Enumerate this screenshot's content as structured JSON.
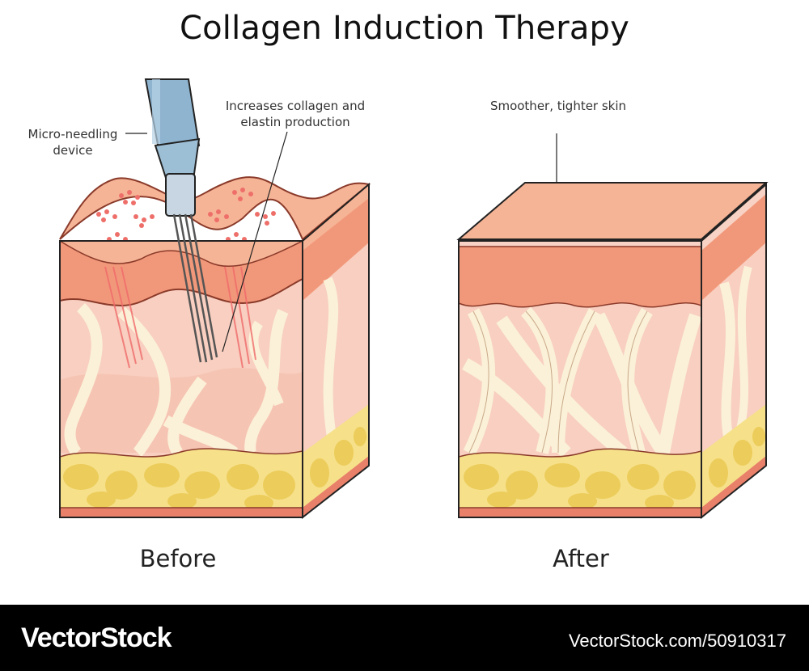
{
  "title": "Collagen Induction Therapy",
  "labels": {
    "device": "Micro-needling device",
    "collagen": "Increases collagen and elastin production",
    "smoother": "Smoother, tighter skin"
  },
  "captions": {
    "before": "Before",
    "after": "After"
  },
  "footer": {
    "brand": "VectorStock",
    "image_id": "VectorStock.com/50910317"
  },
  "colors": {
    "epidermis": "#f6b496",
    "dermis": "#f2987a",
    "dermis_inner": "#f8cfc0",
    "collagen_fiber": "#fbf1d8",
    "fat": "#f6e08a",
    "fat_cell": "#eccc5a",
    "base": "#e8806a",
    "outline": "#8a3a2a"
  }
}
